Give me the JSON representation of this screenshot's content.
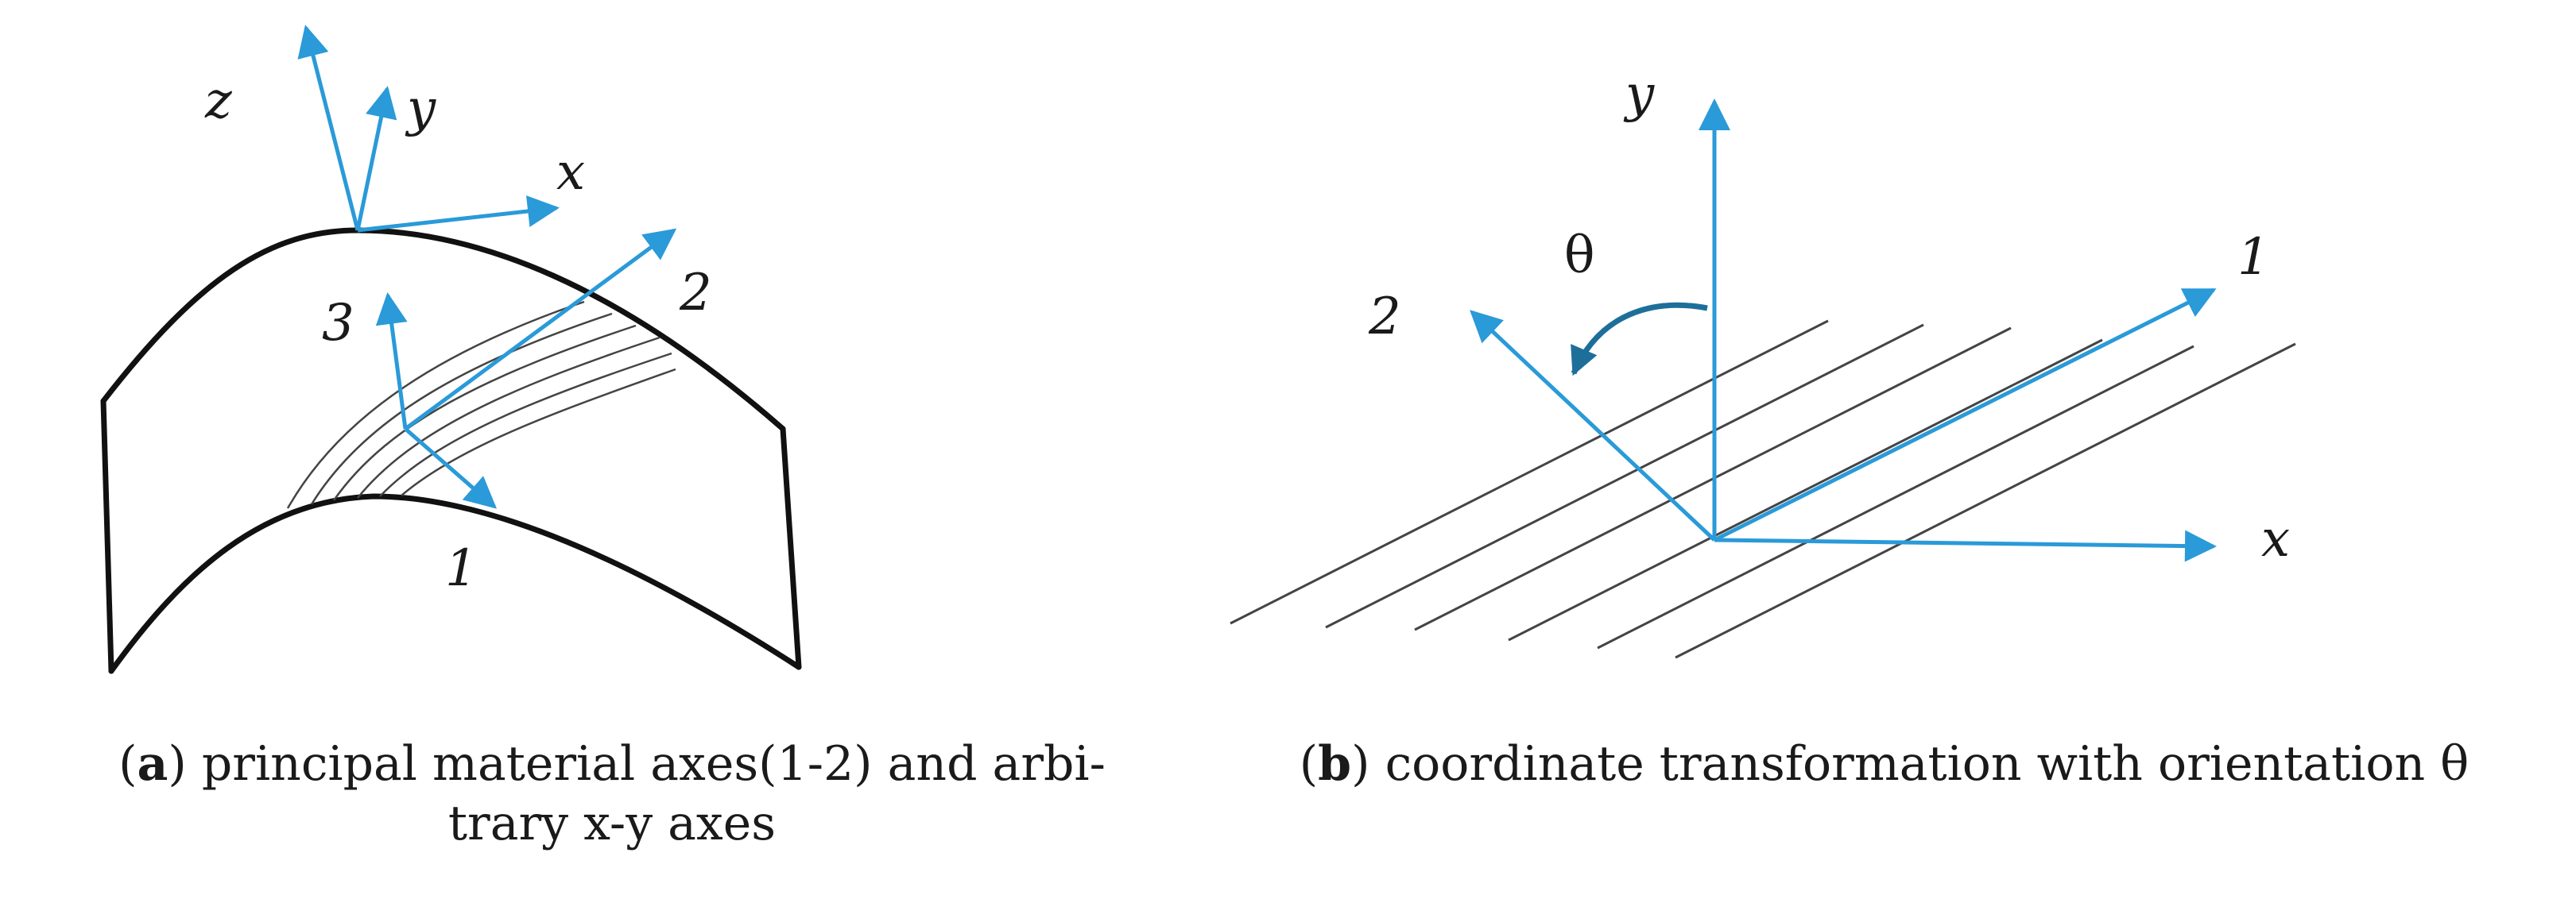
{
  "panel_a": {
    "labels": {
      "z": "z",
      "y": "y",
      "x": "x",
      "axis_1": "1",
      "axis_2": "2",
      "axis_3": "3"
    },
    "caption": {
      "open_paren": "(",
      "letter": "a",
      "close_paren": ")",
      "line1": " principal material axes(1-2) and arbi-",
      "line2": "trary x-y axes"
    }
  },
  "panel_b": {
    "labels": {
      "y": "y",
      "x": "x",
      "axis_1": "1",
      "axis_2": "2",
      "theta": "θ"
    },
    "caption": {
      "open_paren": "(",
      "letter": "b",
      "close_paren": ")",
      "text": " coordinate transformation with orientation  θ"
    }
  },
  "colors": {
    "axis_blue": "#2a9ad8",
    "theta_arrow": "#1d6f9a",
    "line_black": "#111111",
    "fiber_gray": "#444444"
  }
}
